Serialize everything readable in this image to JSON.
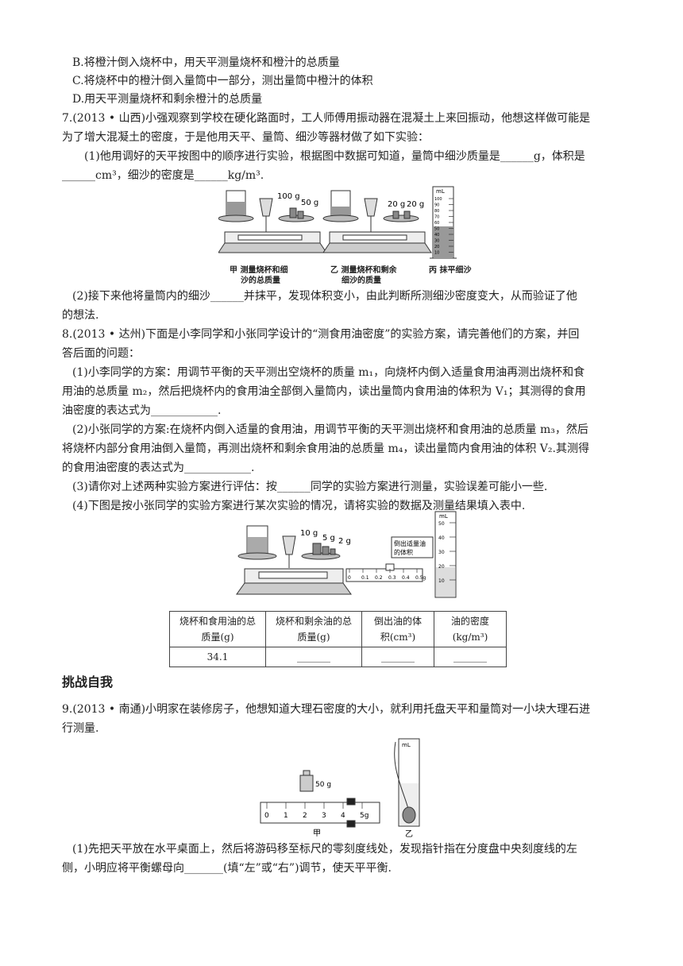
{
  "lines": [
    "B.将橙汁倒入烧杯中，用天平测量烧杯和橙汁的总质量",
    "C.将烧杯中的橙汁倒入量筒中一部分，测出量筒中橙汁的体积",
    "D.用天平测量烧杯和剩余橙汁的总质量",
    "7.(2013 • 山西)小强观察到学校在硬化路面时，工人师傅用振动器在混凝土上来回振动，他想这样做可能是",
    "为了增大混凝土的密度，于是他用天平、量筒、细沙等器材做了如下实验：",
    "(1)他用调好的天平按图中的顺序进行实验，根据图中数据可知道，量筒中细沙质量是______g，体积是",
    "______cm³，细沙的密度是______kg/m³.",
    "(2)接下来他将量筒内的细沙______并抹平，发现体积变小，由此判断所测细沙密度变大，从而验证了他",
    "的想法.",
    "8.(2013 • 达州)下面是小李同学和小张同学设计的“测食用油密度”的实验方案，请完善他们的方案，并回",
    "答后面的问题：",
    "(1)小李同学的方案：用调节平衡的天平测出空烧杯的质量 m₁，向烧杯内倒入适量食用油再测出烧杯和食",
    "用油的总质量 m₂，然后把烧杯内的食用油全部倒入量筒内，读出量筒内食用油的体积为 V₁；其测得的食用",
    "油密度的表达式为____________.",
    "(2)小张同学的方案:在烧杯内倒入适量的食用油，用调节平衡的天平测出烧杯和食用油的总质量 m₃，然后",
    "将烧杯内部分食用油倒入量筒，再测出烧杯和剩余食用油的总质量 m₄，读出量筒内食用油的体积 V₂.其测得",
    "的食用油密度的表达式为____________.",
    "(3)请你对上述两种实验方案进行评估：按______同学的实验方案进行测量，实验误差可能小一些.",
    "(4)下图是按小张同学的实验方案进行某次实验的情况，请将实验的数据及测量结果填入表中.",
    "9.(2013 • 南通)小明家在装修房子，他想知道大理石密度的大小，就利用托盘天平和量筒对一小块大理石进",
    "行测量.",
    "(1)先把天平放在水平桌面上，然后将游码移至标尺的零刻度线处，发现指针指在分度盘中央刻度线的左",
    "侧，小明应将平衡螺母向_______(填“左”或“右”)调节，使天平平衡."
  ],
  "section_title": "挑战自我",
  "fig7": {
    "weights_a": [
      "100 g",
      "50 g"
    ],
    "weights_b": [
      "20 g",
      "20 g"
    ],
    "cylinder_unit": "mL",
    "cylinder_ticks": [
      "100",
      "90",
      "80",
      "70",
      "60",
      "50",
      "40",
      "30",
      "20",
      "10"
    ],
    "cap_a": [
      "甲 测量烧杯和细",
      "沙的总质量"
    ],
    "cap_b": [
      "乙 测量烧杯和剩余",
      "细沙的质量"
    ],
    "cap_c": "丙 抹平细沙"
  },
  "fig8": {
    "weights": [
      "10 g",
      "5 g",
      "2 g"
    ],
    "scale_ticks": [
      "0",
      "0.1",
      "0.2",
      "0.3",
      "0.4",
      "0.5g"
    ],
    "cylinder_unit": "mL",
    "cylinder_ticks": [
      "50",
      "40",
      "30",
      "20",
      "10"
    ],
    "callout": [
      "倒出适量油",
      "的体积"
    ]
  },
  "table": {
    "headers": [
      [
        "烧杯和食用油的总",
        "质量(g)"
      ],
      [
        "烧杯和剩余油的总",
        "质量(g)"
      ],
      [
        "倒出油的体",
        "积(cm³)"
      ],
      [
        "油的密度",
        "(kg/m³)"
      ]
    ],
    "row": [
      "34.1",
      "_______",
      "_______",
      "_______"
    ]
  },
  "fig9": {
    "weight": "50 g",
    "scale_ticks": [
      "0",
      "1",
      "2",
      "3",
      "4",
      "5g"
    ],
    "cylinder_unit": "mL",
    "cap_a": "甲",
    "cap_b": "乙"
  }
}
